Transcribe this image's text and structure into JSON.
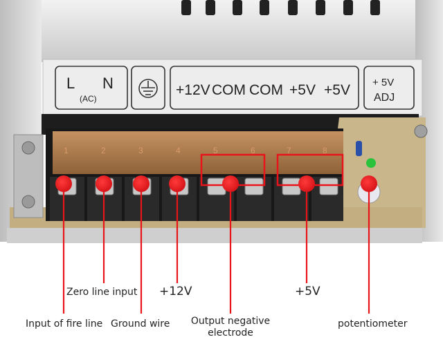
{
  "terminal_labels": {
    "l": "L",
    "ac": "(AC)",
    "n": "N",
    "v12": "+12V",
    "com1": "COM",
    "com2": "COM",
    "v5a": "+5V",
    "v5b": "+5V",
    "adj_top": "+ 5V",
    "adj_bottom": "ADJ"
  },
  "terminal_numbers": [
    "1",
    "2",
    "3",
    "4",
    "5",
    "6",
    "7",
    "8"
  ],
  "callouts": {
    "zero_line": "Zero line input",
    "plus12": "+12V",
    "plus5": "+5V",
    "fire_line": "Input of fire line",
    "ground": "Ground wire",
    "output_negative_1": "Output negative",
    "output_negative_2": "electrode",
    "potentiometer": "potentiometer"
  },
  "colors": {
    "marker": "#e8141a",
    "pcb": "#c9b68a",
    "metal": "#d9d9d9",
    "terminal_block": "#1a1a1a"
  }
}
